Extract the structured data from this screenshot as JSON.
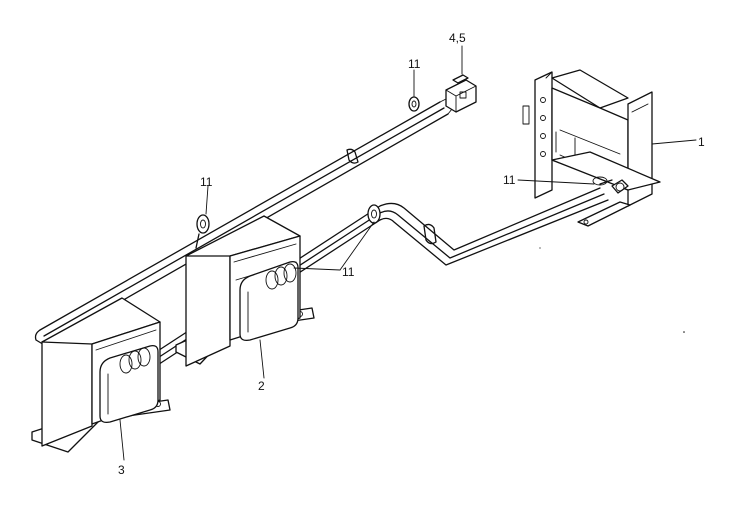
{
  "labels": {
    "bracket": "1",
    "transformer_right": "2",
    "transformer_left": "3",
    "connector": "4,5",
    "clamp_connector": "11",
    "clamp_left": "11",
    "clamp_bracket": "11",
    "clamp_center": "11"
  },
  "colors": {
    "line": "#111111",
    "background": "#ffffff"
  }
}
